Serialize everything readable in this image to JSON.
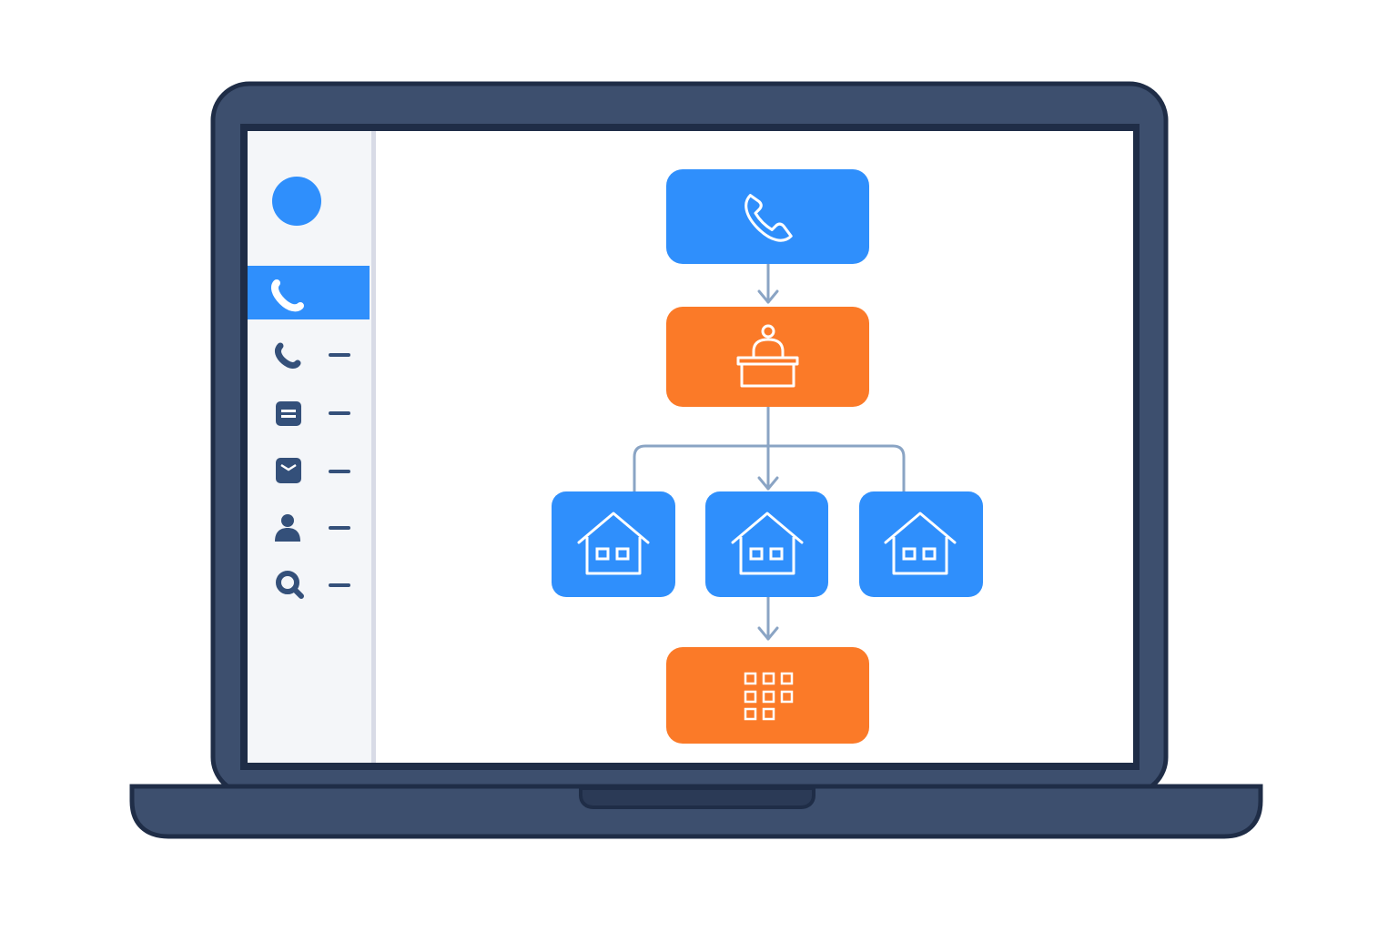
{
  "colors": {
    "laptop_body": "#3d4f6e",
    "laptop_outline": "#1f2d47",
    "screen": "#ffffff",
    "sidebar_bg": "#f4f6f9",
    "sidebar_border": "#d8dbe6",
    "accent_blue": "#2f8ffc",
    "accent_orange": "#fb7a28",
    "icon_navy": "#34507a",
    "connector": "#8aa4c4"
  },
  "sidebar": {
    "avatar": "avatar-circle",
    "active_item": {
      "icon": "phone-icon",
      "active": true
    },
    "items": [
      {
        "icon": "phone-icon"
      },
      {
        "icon": "message-icon"
      },
      {
        "icon": "mail-icon"
      },
      {
        "icon": "user-icon"
      },
      {
        "icon": "search-icon"
      }
    ]
  },
  "flow": {
    "nodes": [
      {
        "id": "incoming-call",
        "icon": "phone-icon",
        "color": "blue"
      },
      {
        "id": "reception",
        "icon": "receptionist-desk-icon",
        "color": "orange"
      },
      {
        "id": "branch-1",
        "icon": "house-icon",
        "color": "blue"
      },
      {
        "id": "branch-2",
        "icon": "house-icon",
        "color": "blue"
      },
      {
        "id": "branch-3",
        "icon": "house-icon",
        "color": "blue"
      },
      {
        "id": "keypad",
        "icon": "keypad-icon",
        "color": "orange"
      }
    ]
  }
}
